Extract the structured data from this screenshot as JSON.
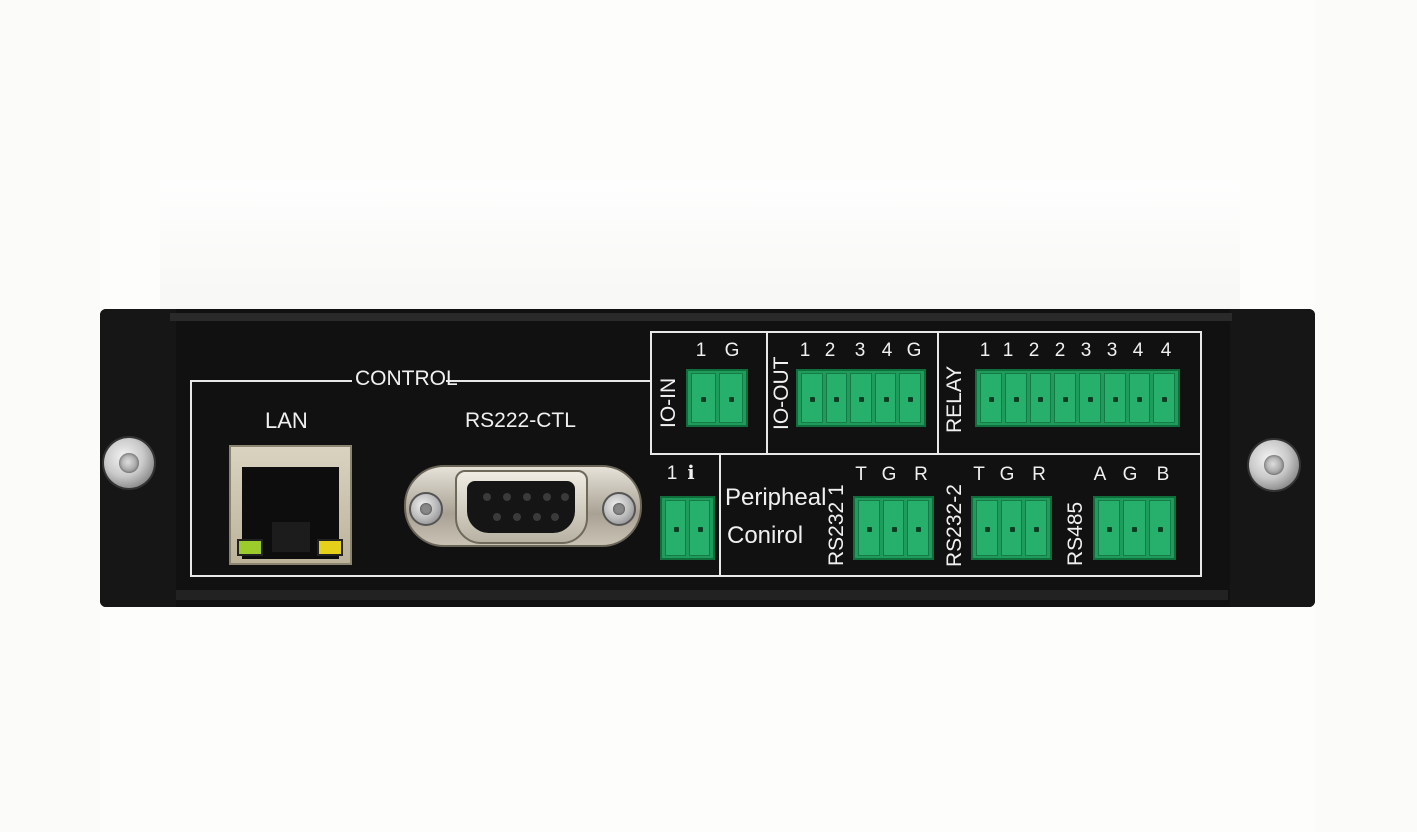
{
  "panel": {
    "control_label": "CONTROL",
    "lan_label": "LAN",
    "rs232_ctl_label": "RS222-CTL",
    "io_in": {
      "label": "IO-IN",
      "pins": [
        "1",
        "G"
      ]
    },
    "io_out": {
      "label": "IO-OUT",
      "pins": [
        "1",
        "2",
        "3",
        "4",
        "G"
      ]
    },
    "relay": {
      "label": "RELAY",
      "pins": [
        "1",
        "1",
        "2",
        "2",
        "3",
        "3",
        "4",
        "4"
      ]
    },
    "ir": {
      "pins": [
        "1",
        "ℹ"
      ]
    },
    "peripheral": {
      "line1": "Peripheal",
      "line2": "Conirol"
    },
    "rs232_1": {
      "label": "RS232 1",
      "pins": [
        "T",
        "G",
        "R"
      ]
    },
    "rs232_2": {
      "label": "RS232-2",
      "pins": [
        "T",
        "G",
        "R"
      ]
    },
    "rs485": {
      "label": "RS485",
      "pins": [
        "A",
        "G",
        "B"
      ]
    }
  },
  "colors": {
    "chassis": "#111111",
    "terminal_green": "#1f9b5c",
    "silkscreen": "#f0f0f0"
  }
}
